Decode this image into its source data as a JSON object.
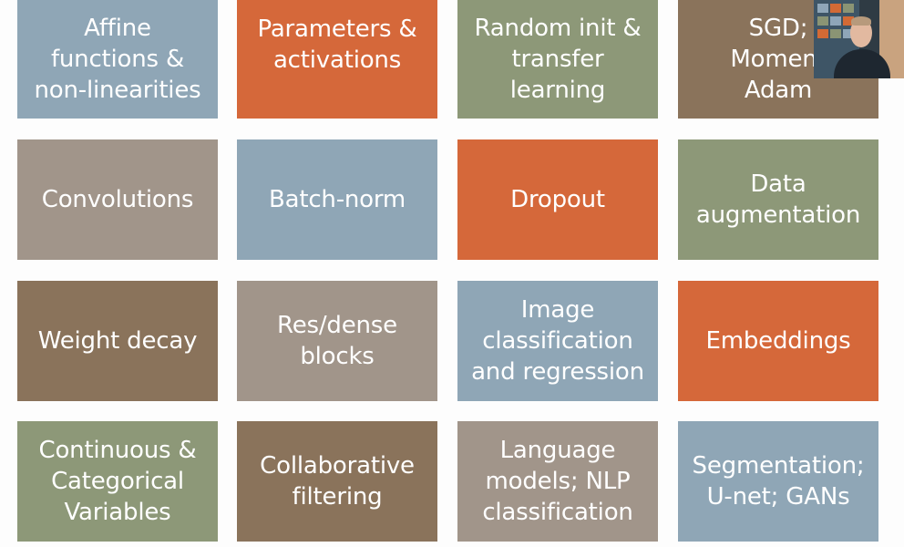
{
  "colors": {
    "blue": "#8fa6b6",
    "orange": "#d5683a",
    "green": "#8d9878",
    "taupe": "#a1958a",
    "brown": "#8a735b"
  },
  "tiles": [
    {
      "label": "Affine\nfunctions &\nnon-linearities",
      "color": "#8fa6b6"
    },
    {
      "label": "Parameters &\nactivations",
      "color": "#d5683a"
    },
    {
      "label": "Random init &\ntransfer\nlearning",
      "color": "#8d9878"
    },
    {
      "label": "SGD;\nMoment\nAdam",
      "color": "#8a735b"
    },
    {
      "label": "Convolutions",
      "color": "#a1958a"
    },
    {
      "label": "Batch-norm",
      "color": "#8fa6b6"
    },
    {
      "label": "Dropout",
      "color": "#d5683a"
    },
    {
      "label": "Data\naugmentation",
      "color": "#8d9878"
    },
    {
      "label": "Weight decay",
      "color": "#8a735b"
    },
    {
      "label": "Res/dense\nblocks",
      "color": "#a1958a"
    },
    {
      "label": "Image\nclassification\nand regression",
      "color": "#8fa6b6"
    },
    {
      "label": "Embeddings",
      "color": "#d5683a"
    },
    {
      "label": "Continuous &\nCategorical\nVariables",
      "color": "#8d9878"
    },
    {
      "label": "Collaborative\nfiltering",
      "color": "#8a735b"
    },
    {
      "label": "Language\nmodels; NLP\nclassification",
      "color": "#a1958a"
    },
    {
      "label": "Segmentation;\nU-net; GANs",
      "color": "#8fa6b6"
    }
  ]
}
